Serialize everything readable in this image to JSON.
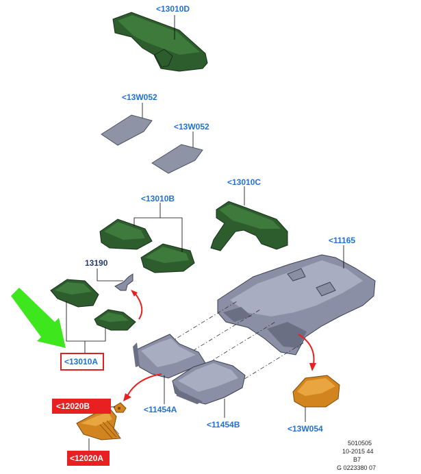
{
  "labels": {
    "l13010D": "<13010D",
    "l13W052a": "<13W052",
    "l13W052b": "<13W052",
    "l13010C": "<13010C",
    "l13010B": "<13010B",
    "l11165": "<11165",
    "l13190": "13190",
    "l13010A": "<13010A",
    "l12020B": "<12020B",
    "l11454A": "<11454A",
    "l11454B": "<11454B",
    "l13W054": "<13W054",
    "l12020A": "<12020A"
  },
  "stamp": {
    "line1": "5010505",
    "line2": "10-2015 44",
    "line3": "B7",
    "line4": "G 0223380 07"
  },
  "colors": {
    "label_blue": "#1f6fd6",
    "highlight_red": "#e82020",
    "pointer_green": "#3ee61e"
  }
}
